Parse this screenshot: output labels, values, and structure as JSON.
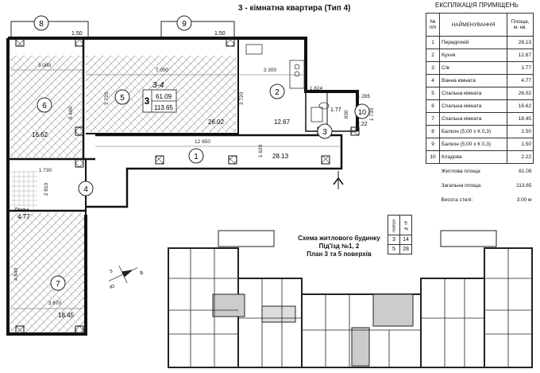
{
  "title": "3 - кімнатна квартира  (Тип 4)",
  "legend": {
    "heading": "ЕКСПЛІКАЦІЯ ПРИМІЩЕНЬ",
    "col_no": "№ п/п",
    "col_name": "НАЙМЕНУВАННЯ",
    "col_area": "Площа, м. кв.",
    "rows": [
      {
        "no": "1",
        "name": "Передпокій",
        "area": "28.13"
      },
      {
        "no": "2",
        "name": "Кухня",
        "area": "12.67"
      },
      {
        "no": "3",
        "name": "С/в",
        "area": "1.77"
      },
      {
        "no": "4",
        "name": "Ванна кімната",
        "area": "4.77"
      },
      {
        "no": "5",
        "name": "Спальна кімната",
        "area": "26.02"
      },
      {
        "no": "6",
        "name": "Спальна кімната",
        "area": "16.62"
      },
      {
        "no": "7",
        "name": "Спальна кімната",
        "area": "18.45"
      },
      {
        "no": "8",
        "name": "Балкон (5,00 x К 0,3)",
        "area": "1.50"
      },
      {
        "no": "9",
        "name": "Балкон (5,00 x К 0,3)",
        "area": "1.50"
      },
      {
        "no": "10",
        "name": "Кладова",
        "area": "2.22"
      }
    ],
    "living_label": "Житлова площа:",
    "living_value": "61.09",
    "total_label": "Загальна площа:",
    "total_value": "113.65",
    "ceiling_label": "Висота стелі:",
    "ceiling_value": "3.00 м"
  },
  "plan": {
    "apt_code": "3-4",
    "rooms": "3",
    "living": "61.09",
    "total": "113.65",
    "labels": {
      "r1": "1",
      "r2": "2",
      "r3": "3",
      "r4": "4",
      "r5": "5",
      "r6": "6",
      "r7": "7",
      "r8": "8",
      "r9": "9",
      "r10": "10",
      "a1": "28.13",
      "a2": "12.67",
      "a3": "1.77",
      "a4": "4.77",
      "a5": "26.02",
      "a6": "16.62",
      "a7": "18.45",
      "a10": "2.22",
      "bal8": "1.50",
      "bal9": "1.50",
      "wash": "Пральн.",
      "d3080": "3 080",
      "d7000": "7 000",
      "d3300": "3 300",
      "d1824": "1 824",
      "d1285": "1 285",
      "d5400": "5 400",
      "d3720a": "3 720",
      "d3720b": "3 720",
      "d12850": "12 850",
      "d1620": "1 620",
      "d1730": "1 730",
      "d2810": "2 810",
      "d4840": "4 840",
      "d3670": "3 670",
      "d930": "930",
      "d1730b": "1 730",
      "compass_n": "З",
      "compass_s": "Ю",
      "compass_e": "В"
    }
  },
  "schema": {
    "line1": "Схема житлового будинку",
    "line2": "Під'їзд №1, 2",
    "line3": "План 3 та 5 поверхів",
    "col_floor": "поверх",
    "col_apt": "№ кв",
    "rows": [
      {
        "floor": "3",
        "apt": "14"
      },
      {
        "floor": "5",
        "apt": "28"
      }
    ]
  }
}
